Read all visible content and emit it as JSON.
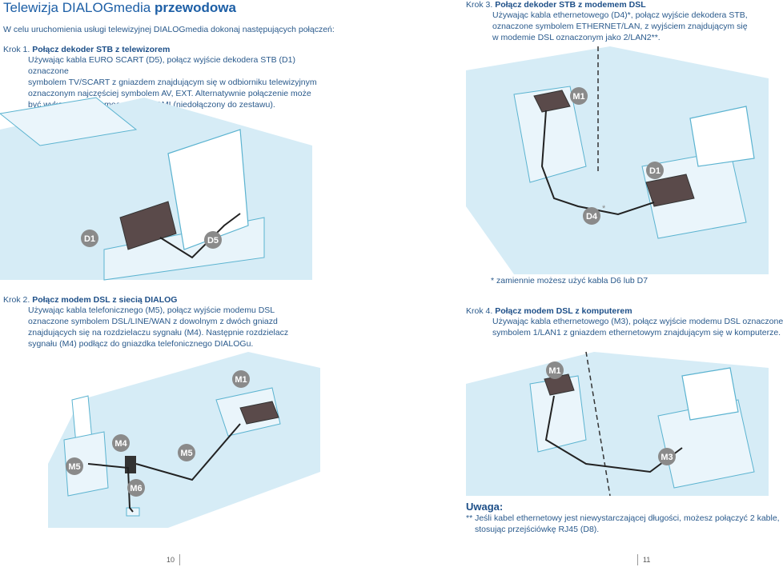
{
  "title": {
    "main": "Telewizja DIALOGmedia ",
    "bold": "przewodowa"
  },
  "intro": "W celu uruchomienia usługi telewizyjnej DIALOGmedia dokonaj następujących połączeń:",
  "step1": {
    "label": "Krok 1. ",
    "heading": "Połącz dekoder STB z telewizorem",
    "lines": [
      "Używając kabla EURO SCART (D5), połącz wyjście dekodera STB (D1) oznaczone",
      "symbolem TV/SCART z gniazdem znajdującym się w odbiorniku telewizyjnym",
      "oznaczonym najczęściej symbolem AV, EXT. Alternatywnie połączenie może",
      "być wykonane za pomocą kabla HDMI (niedołączony do zestawu)."
    ]
  },
  "step2": {
    "label": "Krok 2. ",
    "heading": "Połącz modem DSL z siecią DIALOG",
    "lines": [
      "Używając kabla telefonicznego (M5), połącz wyjście modemu DSL",
      "oznaczone symbolem DSL/LINE/WAN z dowolnym z dwóch gniazd",
      "znajdujących się na rozdzielaczu sygnału (M4). Następnie rozdzielacz",
      "sygnału (M4) podłącz do gniazdka telefonicznego DIALOGu."
    ]
  },
  "step3": {
    "label": "Krok 3. ",
    "heading": "Połącz dekoder STB z modemem DSL",
    "lines": [
      "Używając kabla ethernetowego (D4)*, połącz wyjście dekodera STB,",
      "oznaczone symbolem ETHERNET/LAN, z wyjściem znajdującym się",
      "w modemie DSL oznaczonym jako 2/LAN2**."
    ]
  },
  "step4": {
    "label": "Krok 4. ",
    "heading": "Połącz modem DSL z komputerem",
    "lines": [
      "Używając kabla ethernetowego (M3), połącz wyjście modemu DSL oznaczone",
      "symbolem 1/LAN1 z gniazdem ethernetowym znajdującym się w komputerze."
    ]
  },
  "footnote_star": "* zamiennie możesz użyć kabla D6 lub D7",
  "uwaga": {
    "heading": "Uwaga:",
    "lines": [
      "** Jeśli kabel ethernetowy jest niewystarczającej długości, możesz połączyć 2 kable,",
      "stosując przejściówkę RJ45 (D8)."
    ]
  },
  "badges": {
    "d1_left": "D1",
    "d5": "D5",
    "m1_top": "M1",
    "d1_right": "D1",
    "d4": "D4",
    "m1_bl": "M1",
    "m4": "M4",
    "m5_left": "M5",
    "m5_mid": "M5",
    "m6": "M6",
    "m1_br": "M1",
    "m3": "M3"
  },
  "asterisk": "*",
  "page_left": "10",
  "page_right": "11",
  "colors": {
    "accent": "#1d5fa6",
    "badge": "#8a8a8a",
    "line": "#5bb3d0",
    "room": "#d6ecf6"
  }
}
